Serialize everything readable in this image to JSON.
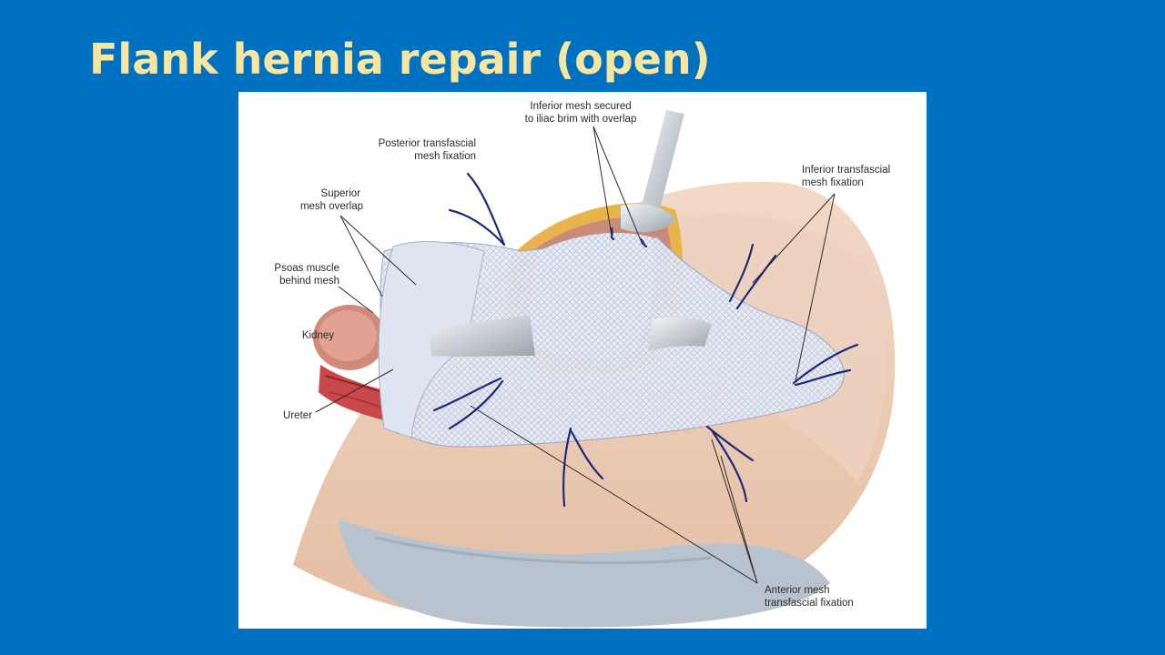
{
  "slide": {
    "title": "Flank hernia repair (open)"
  },
  "figure": {
    "labels": {
      "inferior_mesh_secured_1": "Inferior mesh secured",
      "inferior_mesh_secured_2": "to iliac brim with overlap",
      "posterior_transfascial_1": "Posterior transfascial",
      "posterior_transfascial_2": "mesh fixation",
      "superior_overlap_1": "Superior",
      "superior_overlap_2": "mesh overlap",
      "psoas_1": "Psoas muscle",
      "psoas_2": "behind mesh",
      "kidney": "Kidney",
      "ureter": "Ureter",
      "inferior_transfascial_1": "Inferior transfascial",
      "inferior_transfascial_2": "mesh fixation",
      "anterior_mesh_1": "Anterior mesh",
      "anterior_mesh_2": "transfascial fixation"
    }
  },
  "colors": {
    "background": "#0070c0",
    "title": "#f8e6a0",
    "suture": "#1c2a7a"
  }
}
